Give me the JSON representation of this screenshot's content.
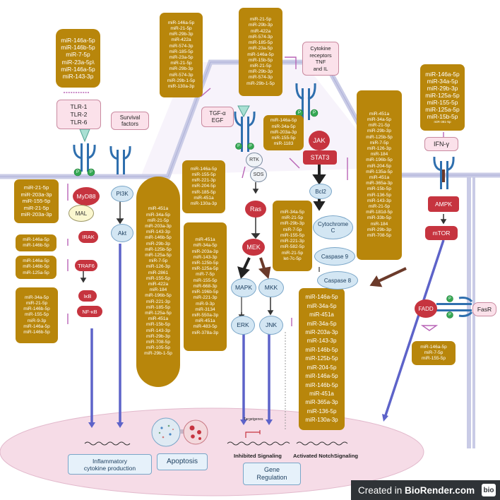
{
  "mirna_groups": {
    "tlr": [
      "miR-146a-5p",
      "miR-146b-5p",
      "miR-7-5p",
      "miR-23a-5p\\",
      "miR-146a-5p",
      "miR-143-3p"
    ],
    "tgf": [
      "miR-146a-5p",
      "miR-21-5p",
      "miR-29b-3p",
      "miR-422a",
      "miR-574-3p",
      "miR-185-5p",
      "miR-23a-5p",
      "miR-21-5p",
      "miR-29b-3p",
      "miR-574-3p",
      "miR-29b-1-5p",
      "miR-130a-3p"
    ],
    "top_center": [
      "miR-21-5p",
      "miR-29b-3p",
      "miR-422a",
      "miR-574-3p",
      "miR-185-5p",
      "miR-23a-5p",
      "miR-146a-5p",
      "miR-15b-5p",
      "miR-21-5p",
      "miR-29b-3p",
      "miR-574-3p",
      "miR-29b-1-5p"
    ],
    "jak": [
      "miR-146a-5p",
      "miR-34a-5p",
      "miR-203a-3p",
      "miR-155-5p",
      "miR-1183"
    ],
    "ifn": [
      "miR-146a-5p",
      "miR-34a-5p",
      "miR-29b-3p",
      "miR-125a-5p",
      "miR-155-5p",
      "miR-125a-5p",
      "miR-15b-5p"
    ],
    "ifn_small": "miR-381-5p",
    "myd88": [
      "miR-21-5p",
      "miR-203a-3p",
      "miR-155-5p",
      "miR-21-5p",
      "miR-203a-3p"
    ],
    "irak": [
      "miR-146a-5p",
      "miR-146b-5p"
    ],
    "traf6": [
      "miR-146a-5p",
      "miR-146b-5p",
      "miR-125a-5p"
    ],
    "nfkb": [
      "miR-34a-5p",
      "miR-21-5p",
      "miR-146b-5p",
      "miR-155-5p",
      "miR-9-3p",
      "miR-146a-5p",
      "miR-146b-5p"
    ],
    "ras": [
      "miR-146a-5p",
      "miR-155-5p",
      "miR-221-3p",
      "miR-204-5p",
      "miR-185-5p",
      "miR-451a",
      "miR-130a-3p"
    ],
    "akt": [
      "miR-451a",
      "miR-34a-5p",
      "miR-21-5p",
      "miR-203a-3p",
      "miR-143-3p",
      "miR-146b-5p",
      "miR-29b-3p",
      "miR-125b-5p",
      "miR-125a-5p",
      "miR-7-5p",
      "miR-126-3p",
      "miR-2861",
      "miR-155-5p",
      "miR-422a",
      "miR-184",
      "miR-196b-5p",
      "miR-221-3p",
      "miR-185-5p",
      "miR-125a-5p",
      "miR-451a",
      "miR-15b-5p",
      "miR-143-3p",
      "miR-29b-3p",
      "miR-708-5p",
      "miR-105-5p",
      "miR-29b-1-5p"
    ],
    "mapk": [
      "miR-451a",
      "miR-34a-5p",
      "miR-203a-3p",
      "miR-143-3p",
      "miR-125b-5p",
      "miR-125a-5p",
      "miR-7-5p",
      "miR-155-5p",
      "miR-668-3p",
      "miR-196b-5p",
      "miR-221-3p",
      "miR-9-3p",
      "miR-3134",
      "miR-550a-3p",
      "miR-451a",
      "miR-483-5p",
      "miR-378a-3p"
    ],
    "caspase": [
      "miR-34a-5p",
      "miR-21-5p",
      "miR-29b-3p",
      "miR-7-5p",
      "miR-155-5p",
      "miR-221-3p",
      "miR-582-5p",
      "miR-21-5p",
      "let-7c-5p"
    ],
    "bcl2": [
      "miR-451a",
      "miR-34a-5p",
      "miR-21-5p",
      "miR-29b-3p",
      "miR-125b-5p",
      "miR-7-5p",
      "miR-126-3p",
      "miR-184",
      "miR-196b-5p",
      "miR-204-5p",
      "miR-135a-5p",
      "miR-451a",
      "miR-365a-3p",
      "miR-15b-5p",
      "miR-136-5p",
      "miR-143-3p",
      "miR-21-5p",
      "miR-181d-5p",
      "miR-33b-5p",
      "miR-184",
      "miR-29b-3p",
      "miR-708-5p"
    ],
    "jnk": [
      "miR-146a-5p",
      "miR-34a-5p",
      "miR-451a",
      "miR-34a-5p",
      "miR-203a-3p",
      "miR-143-3p",
      "miR-146b-5p",
      "miR-125b-5p",
      "miR-204-5p",
      "miR-146a-5p",
      "miR-146b-5p",
      "miR-451a",
      "miR-365a-3p",
      "miR-136-5p",
      "miR-130a-3p"
    ],
    "fadd": [
      "miR-146a-5p",
      "miR-7-5p",
      "miR-155-5p"
    ]
  },
  "nodes": {
    "tlr_box": [
      "TLR-1",
      "TLR-2",
      "TLR-6"
    ],
    "survival_factors": [
      "Survival",
      "factors"
    ],
    "tgf_box": [
      "TGF-α",
      "EGF"
    ],
    "cytokine_receptors": [
      "Cytokine",
      "receptors",
      "TNF",
      "and  IL"
    ],
    "ifn_gamma": "IFN-γ",
    "myd88": "MyD88",
    "mal": "MAL",
    "irak": "IRAK",
    "traf6": "TRAF6",
    "ikb": "IκB",
    "nfkb": "NF-κB",
    "pi3k": "PI3K",
    "akt": "Akt",
    "rtk": "RTK",
    "sos": "SOS",
    "ras": "Ras",
    "mek": "MEK",
    "mapk": "MAPK",
    "mkk": "MKK",
    "erk": "ERK",
    "jnk": "JNK",
    "jak": "JAK",
    "stat3": "STAT3",
    "bcl2": "Bcl2",
    "cytochrome_c": [
      "Cytochrome",
      "C"
    ],
    "caspase9": "Caspase 9",
    "caspase8": "Caspase 8",
    "ampk": "AMPK",
    "mtor": "mTOR",
    "fadd": "FADD",
    "fasr": "FasR",
    "p": "P"
  },
  "outputs": {
    "inflammatory": [
      "Inflammatory",
      "cytokine production"
    ],
    "apoptosis": "Apoptosis",
    "target_genes": [
      "Target",
      "genes"
    ],
    "inhibited_signaling": "Inhibited  Signaling",
    "activated_notch": [
      "Activated Notch",
      "Signaling"
    ],
    "gene_regulation": [
      "Gene",
      "Regulation"
    ]
  },
  "footer": {
    "created_in": "Created in ",
    "brand": "BioRender.com",
    "logo": "bio"
  },
  "colors": {
    "mirna_box": "#b8860b",
    "protein_red": "#c6343f",
    "membrane": "#c9cbe6",
    "receptor_blue": "#2f6fae",
    "pathway_arrow": "#5d63c9",
    "nucleus": "#f6dce7",
    "inhibit": "#b864b6"
  }
}
